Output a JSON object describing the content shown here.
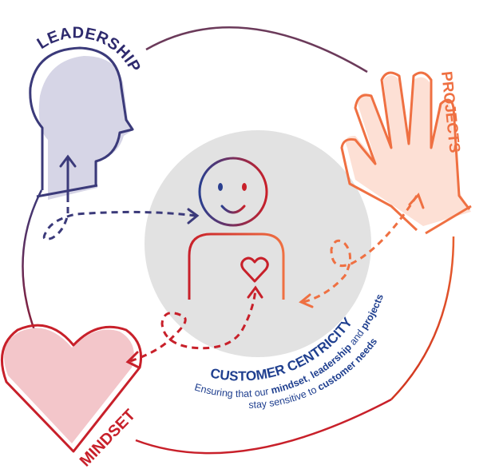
{
  "diagram": {
    "center": {
      "title": "CUSTOMER CENTRICITY",
      "description_parts": [
        "Ensuring that our ",
        "mindset",
        ", ",
        "leadership",
        " and ",
        "projects"
      ],
      "description_line2_parts": [
        "stay sensitive to ",
        "customer needs"
      ]
    },
    "nodes": [
      {
        "id": "leadership",
        "label": "LEADERSHIP",
        "icon": "head-profile-icon",
        "color": "#3b3a7a",
        "fill": "#d6d5e6"
      },
      {
        "id": "projects",
        "label": "PROJECTS",
        "icon": "hand-icon",
        "color": "#ef7042",
        "fill": "#fde0d5"
      },
      {
        "id": "mindset",
        "label": "MINDSET",
        "icon": "heart-icon",
        "color": "#c8202a",
        "fill": "#f3c6ca"
      }
    ],
    "colors": {
      "navy": "#1f3f8f",
      "purple": "#3b3a7a",
      "red": "#c8202a",
      "orange": "#ef7042",
      "center_bg": "#e2e2e2",
      "ring_top": "#6b3a5a"
    }
  }
}
